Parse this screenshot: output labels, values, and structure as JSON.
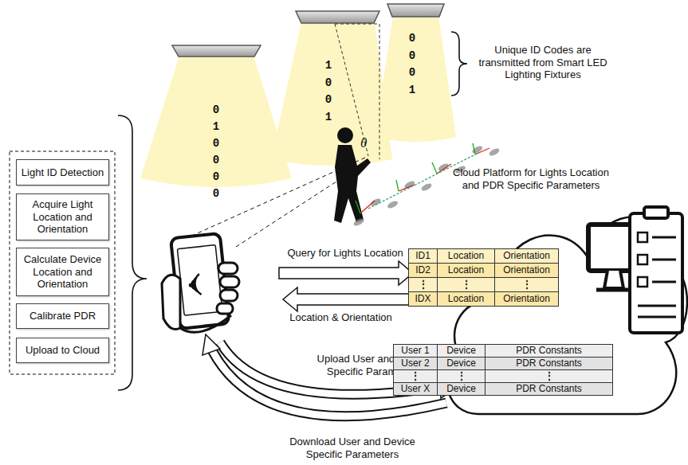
{
  "diagram": {
    "nodes": [
      {
        "text": [
          "Light ID Detection"
        ]
      },
      {
        "text": [
          "Acquire Light Location and Orientation"
        ]
      },
      {
        "text": [
          "Calculate Device Location and Orientation"
        ]
      },
      {
        "text": [
          "Calibrate PDR"
        ]
      },
      {
        "text": [
          "Upload to Cloud"
        ]
      },
      {
        "text": [
          "Cloud Platform for Lights Location and PDR Specific Parameters"
        ]
      }
    ],
    "labels": [
      "010000",
      "1001",
      "0001",
      "Unique ID Codes are transmitted from Smart LED Lighting Fixtures",
      "θ",
      "Query for Lights Location",
      "Location & Orientation",
      "Upload User and Device Specific Parameters",
      "Download User and Device Specific Parameters",
      "ID1",
      "Location",
      "Orientation",
      "ID2",
      "Location",
      "Orientation",
      "⋮",
      "⋮",
      "⋮",
      "IDX",
      "Location",
      "Orientation",
      "User 1",
      "Device",
      "PDR Constants",
      "User 2",
      "Device",
      "PDR Constants",
      "⋮",
      "⋮",
      "⋮",
      "User X",
      "Device",
      "PDR Constants"
    ]
  }
}
